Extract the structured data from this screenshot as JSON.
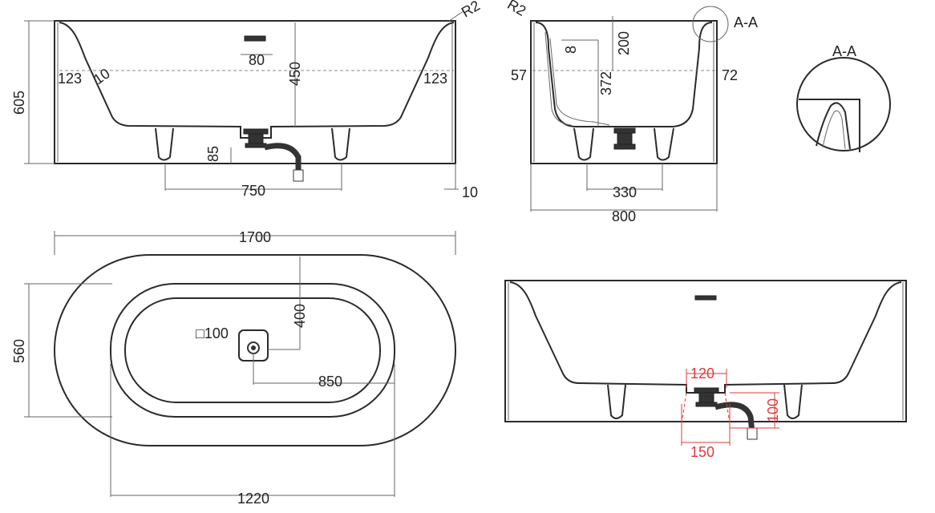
{
  "colors": {
    "line": "#2a2a2a",
    "dimension": "#666666",
    "highlight": "#e23a3a",
    "background": "#ffffff"
  },
  "front": {
    "r2": "R2",
    "d605": "605",
    "d123_left": "123",
    "d10_wall": "10",
    "d80": "80",
    "d450": "450",
    "d123_right": "123",
    "d85": "85",
    "d750": "750",
    "d10_base": "10"
  },
  "side": {
    "r2": "R2",
    "d8": "8",
    "d200": "200",
    "d57": "57",
    "d372": "372",
    "d72": "72",
    "d330": "330",
    "d800": "800",
    "section_marker": "A-A"
  },
  "detail": {
    "title": "A-A"
  },
  "top": {
    "d1700": "1700",
    "d560": "560",
    "d400": "400",
    "d100": "□100",
    "d850": "850",
    "d1220": "1220"
  },
  "drain": {
    "d120": "120",
    "d100": "100",
    "d150": "150"
  }
}
